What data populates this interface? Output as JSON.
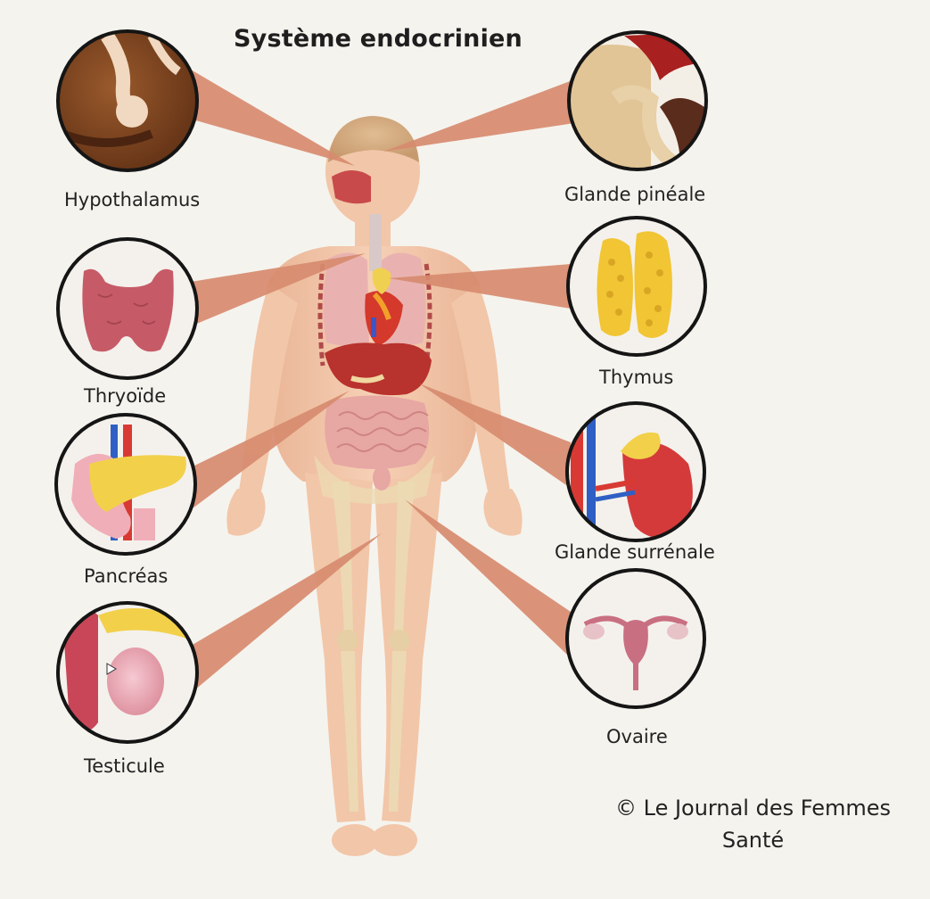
{
  "title": "Système endocrinien",
  "labels": {
    "hypothalamus": "Hypothalamus",
    "pineal": "Glande pinéale",
    "thyroid": "Thryoïde",
    "thymus": "Thymus",
    "pancreas": "Pancréas",
    "adrenal": "Glande surrénale",
    "testicle": "Testicule",
    "ovary": "Ovaire"
  },
  "credit": {
    "line1": "© Le Journal des Femmes",
    "line2": "Santé"
  },
  "colors": {
    "background": "#f5f3ee",
    "skin": "#f2c6a8",
    "pointer": "#d78b6f",
    "organ_red": "#b8322e",
    "lung_pink": "#e9b2b0",
    "bone": "#ecd9b3",
    "circle_border": "#151515"
  }
}
